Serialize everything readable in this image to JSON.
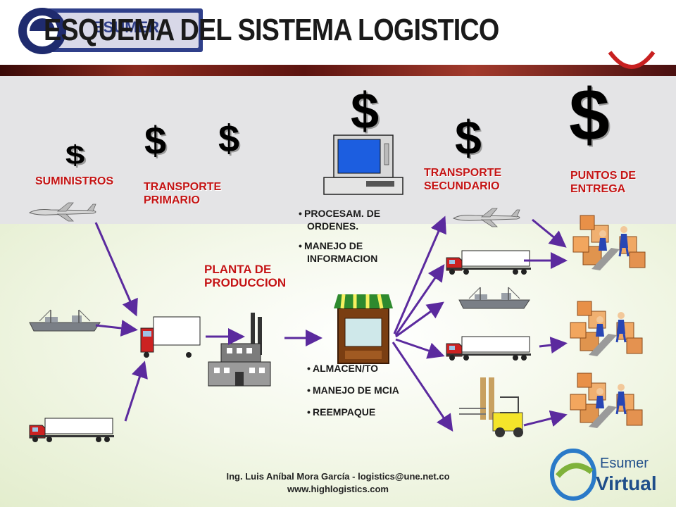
{
  "header": {
    "title": "ESQUEMA DEL SISTEMA LOGISTICO",
    "logo_text": "ESUMER"
  },
  "costs": {
    "symbol": "$"
  },
  "stages": {
    "suministros": "SUMINISTROS",
    "transporte_primario_1": "TRANSPORTE",
    "transporte_primario_2": "PRIMARIO",
    "planta_1": "PLANTA DE",
    "planta_2": "PRODUCCION",
    "transporte_secundario_1": "TRANSPORTE",
    "transporte_secundario_2": "SECUNDARIO",
    "puntos_1": "PUNTOS DE",
    "puntos_2": "ENTREGA"
  },
  "info_tasks": [
    {
      "line1": "PROCESAM. DE",
      "line2": "ORDENES."
    },
    {
      "line1": "MANEJO DE",
      "line2": "INFORMACION"
    }
  ],
  "warehouse_tasks": [
    "ALMACEN/TO",
    "MANEJO DE MCIA",
    "REEMPAQUE"
  ],
  "footer": {
    "credit": "Ing.  Luis Aníbal Mora García - logistics@une.net.co",
    "website": "www.highlogistics.com",
    "brand_top": "Esumer",
    "brand_bottom": "Virtual"
  },
  "colors": {
    "label_red": "#c41414",
    "arrow_purple": "#5b2a9e",
    "band_gray": "#e4e4e6"
  }
}
